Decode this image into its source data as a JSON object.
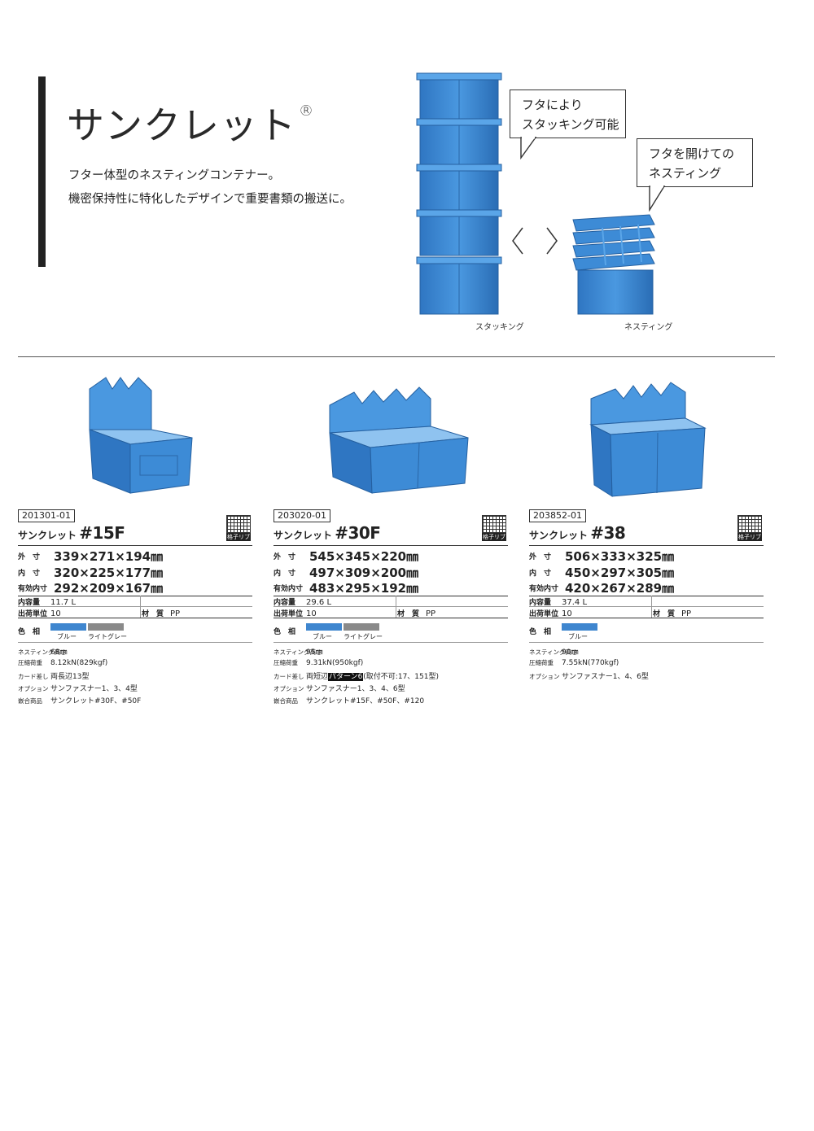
{
  "header": {
    "title": "サンクレット",
    "registered_mark": "®",
    "description_lines": [
      "フター体型のネスティングコンテナー。",
      "機密保持性に特化したデザインで重要書類の搬送に。"
    ]
  },
  "hero": {
    "bubble_stack": [
      "フタにより",
      "スタッキング可能"
    ],
    "bubble_nest": [
      "フタを開けての",
      "ネスティング"
    ],
    "caption_stack": "スタッキング",
    "caption_nest": "ネスティング",
    "arrows": "< >"
  },
  "colors": {
    "blue": "#3f86cf",
    "gray": "#8a8a8a",
    "container_blue": "#3d8bd6"
  },
  "products": [
    {
      "code": "201301-01",
      "name": "サンクレット",
      "model": "#15F",
      "rib_label": "格子リブ",
      "outer_label": "外　寸",
      "outer": "339×271×194㎜",
      "inner_label": "内　寸",
      "inner": "320×225×177㎜",
      "effective_label": "有効内寸",
      "effective": "292×209×167㎜",
      "capacity_label": "内容量",
      "capacity": "11.7 L",
      "unit_label": "出荷単位",
      "unit": "10",
      "material_label": "材　質",
      "material": "PP",
      "color_label": "色　相",
      "colors": [
        {
          "name": "ブルー",
          "hex": "#3f86cf"
        },
        {
          "name": "ライトグレー",
          "hex": "#8a8a8a"
        }
      ],
      "specs": [
        {
          "label": "ネスティング高さ",
          "value": "68㎜"
        },
        {
          "label": "圧縮荷重",
          "value": "8.12kN(829kgf)"
        },
        {
          "label": "カード差し",
          "value": "両長辺13型"
        },
        {
          "label": "オプション",
          "value": "サンファスナー1、3、4型"
        },
        {
          "label": "嵌合商品",
          "value": "サンクレット#30F、#50F"
        }
      ]
    },
    {
      "code": "203020-01",
      "name": "サンクレット",
      "model": "#30F",
      "rib_label": "格子リブ",
      "outer_label": "外　寸",
      "outer": "545×345×220㎜",
      "inner_label": "内　寸",
      "inner": "497×309×200㎜",
      "effective_label": "有効内寸",
      "effective": "483×295×192㎜",
      "capacity_label": "内容量",
      "capacity": "29.6 L",
      "unit_label": "出荷単位",
      "unit": "10",
      "material_label": "材　質",
      "material": "PP",
      "color_label": "色　相",
      "colors": [
        {
          "name": "ブルー",
          "hex": "#3f86cf"
        },
        {
          "name": "ライトグレー",
          "hex": "#8a8a8a"
        }
      ],
      "specs": [
        {
          "label": "ネスティング高さ",
          "value": "95㎜"
        },
        {
          "label": "圧縮荷重",
          "value": "9.31kN(950kgf)"
        },
        {
          "label": "カード差し",
          "value": "両短辺",
          "highlight": "パターン6",
          "suffix": "(取付不可:17、151型)"
        },
        {
          "label": "オプション",
          "value": "サンファスナー1、3、4、6型"
        },
        {
          "label": "嵌合商品",
          "value": "サンクレット#15F、#50F、#120"
        }
      ]
    },
    {
      "code": "203852-01",
      "name": "サンクレット",
      "model": "#38",
      "rib_label": "格子リブ",
      "outer_label": "外　寸",
      "outer": "506×333×325㎜",
      "inner_label": "内　寸",
      "inner": "450×297×305㎜",
      "effective_label": "有効内寸",
      "effective": "420×267×289㎜",
      "capacity_label": "内容量",
      "capacity": "37.4 L",
      "unit_label": "出荷単位",
      "unit": "10",
      "material_label": "材　質",
      "material": "PP",
      "color_label": "色　相",
      "colors": [
        {
          "name": "ブルー",
          "hex": "#3f86cf"
        }
      ],
      "specs": [
        {
          "label": "ネスティング高さ",
          "value": "90㎜"
        },
        {
          "label": "圧縮荷重",
          "value": "7.55kN(770kgf)"
        },
        {
          "label": "オプション",
          "value": "サンファスナー1、4、6型"
        }
      ]
    }
  ]
}
